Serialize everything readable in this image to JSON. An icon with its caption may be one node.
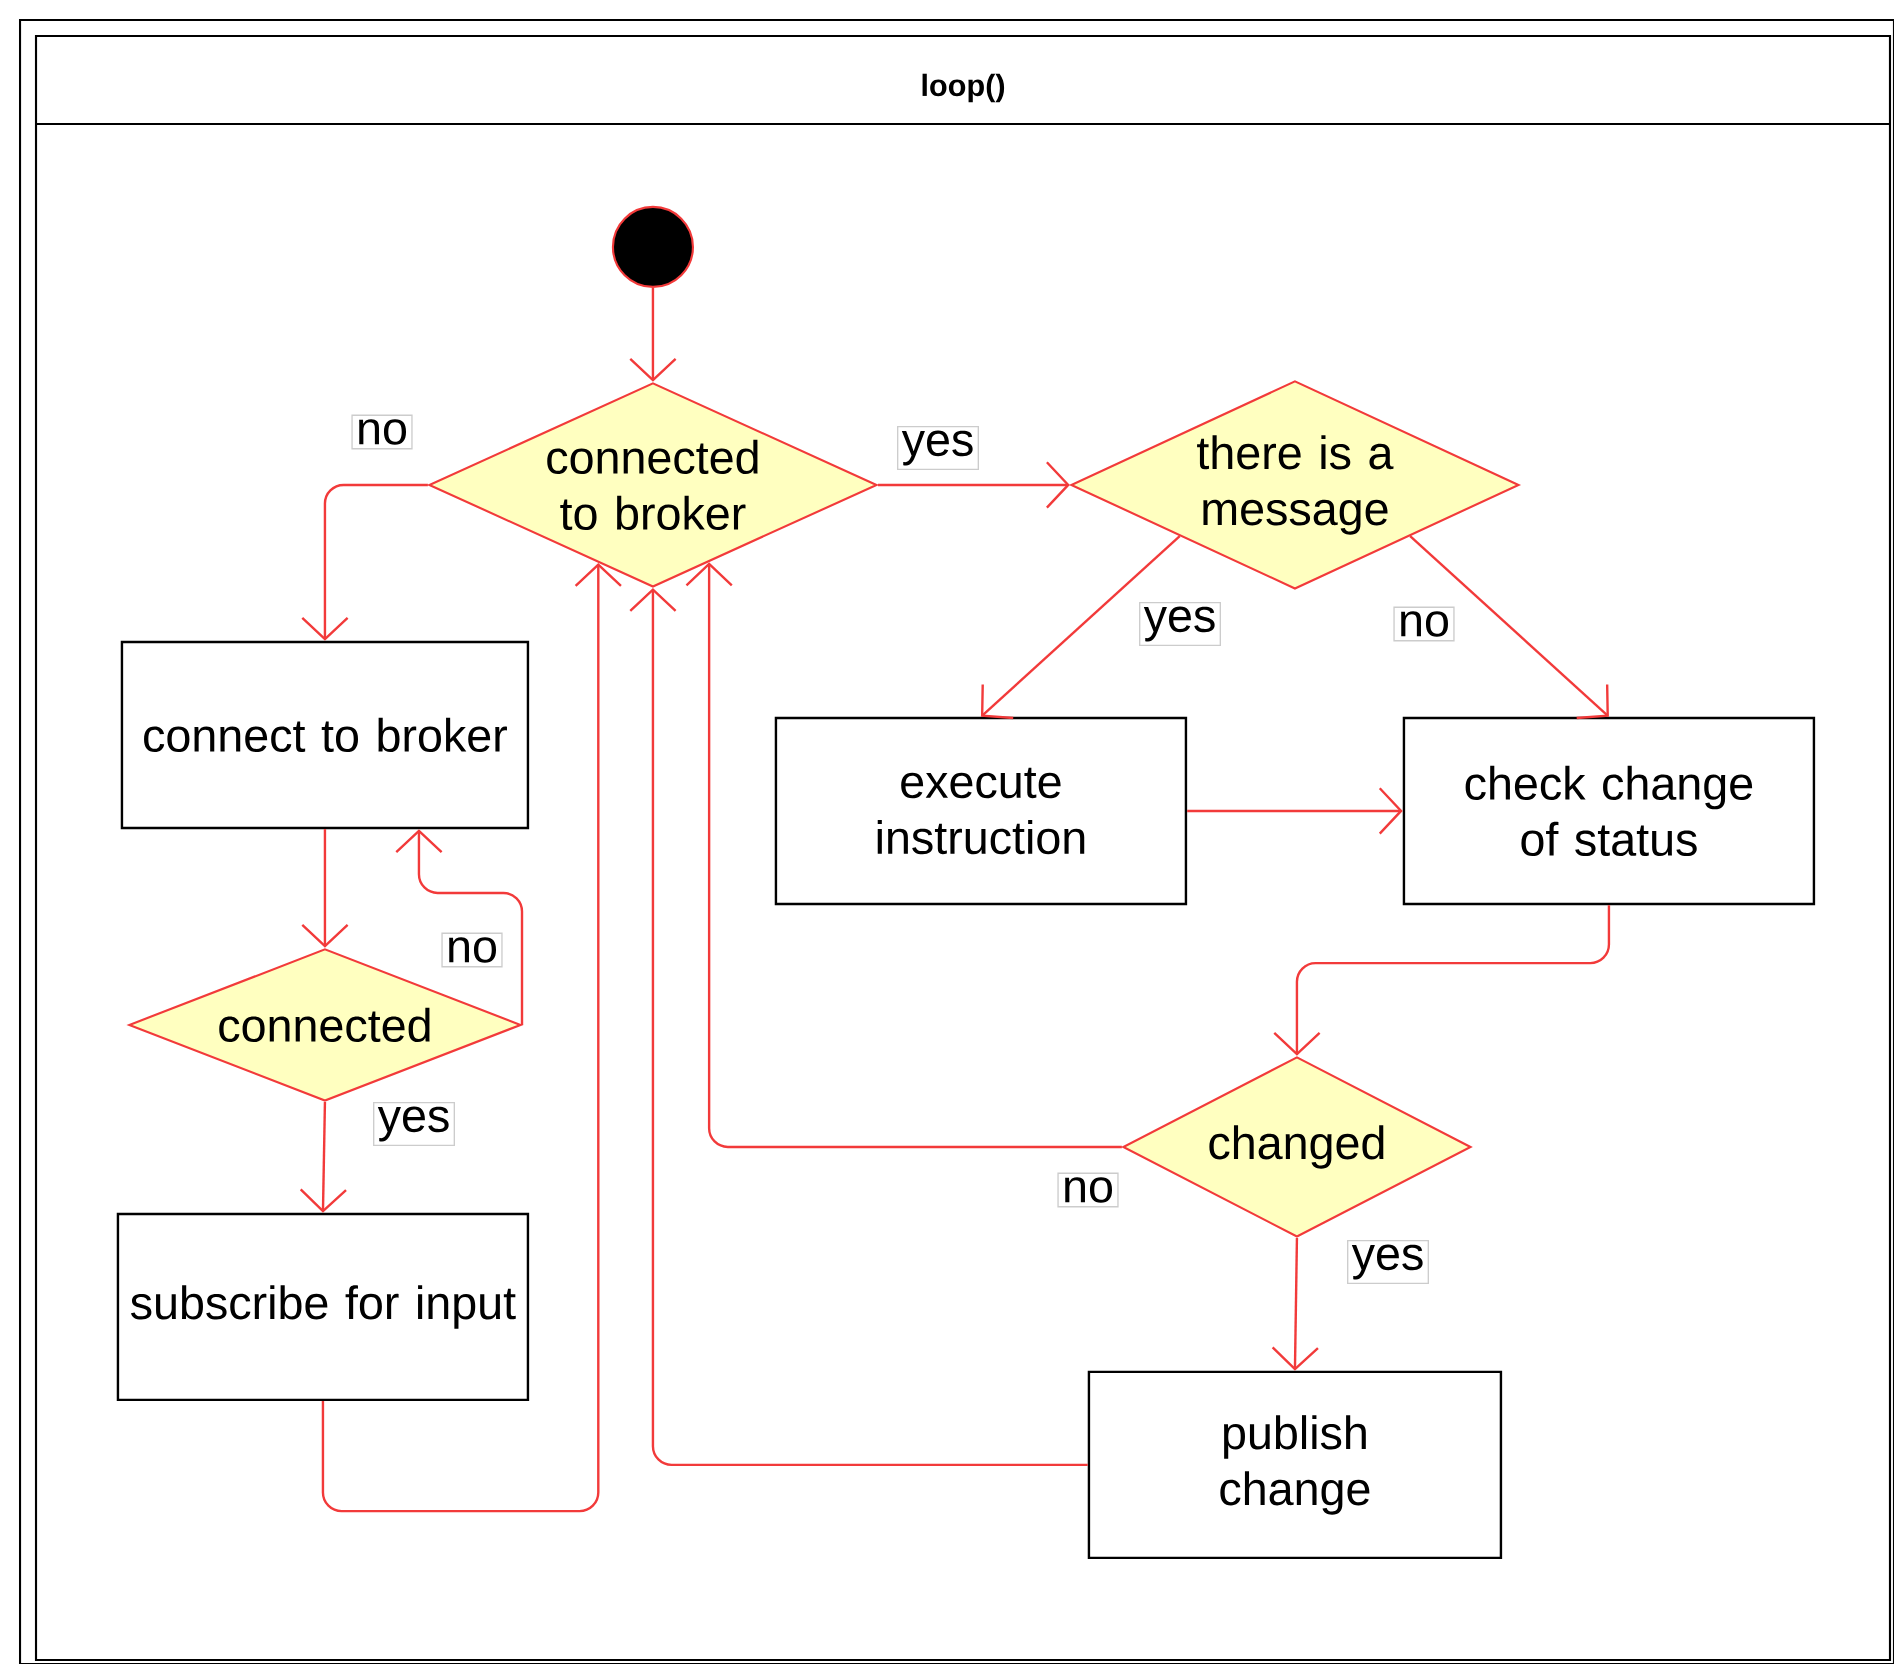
{
  "diagram": {
    "nodes": [
      {
        "text": [
          "loop()"
        ]
      },
      {
        "text": [],
        "shape": "circle",
        "in": 0
      },
      {
        "text": [
          "connected to broker"
        ],
        "in": 0
      },
      {
        "text": [
          "there is a message"
        ],
        "in": 0
      },
      {
        "text": [
          "connect to broker"
        ],
        "in": 0
      },
      {
        "text": [
          "execute instruction"
        ],
        "in": 0
      },
      {
        "text": [
          "check change of status"
        ],
        "in": 0
      },
      {
        "text": [
          "connected"
        ],
        "in": 0
      },
      {
        "text": [
          "subscribe for input"
        ],
        "in": 0
      },
      {
        "text": [
          "changed"
        ],
        "in": 0
      },
      {
        "text": [
          "publish change"
        ],
        "in": 0
      }
    ],
    "edges": [
      {
        "from": 1,
        "to": 2,
        "arrow": "to"
      },
      {
        "from": 2,
        "to": 4,
        "arrow": "to",
        "label": "no"
      },
      {
        "from": 2,
        "to": 3,
        "arrow": "to",
        "label": "yes"
      },
      {
        "from": 3,
        "to": 5,
        "arrow": "to",
        "label": "yes"
      },
      {
        "from": 3,
        "to": 6,
        "arrow": "to",
        "label": "no"
      },
      {
        "from": 5,
        "to": 6,
        "arrow": "to"
      },
      {
        "from": 4,
        "to": 7,
        "arrow": "to"
      },
      {
        "from": 7,
        "to": 4,
        "arrow": "to",
        "label": "no"
      },
      {
        "from": 7,
        "to": 8,
        "arrow": "to",
        "label": "yes"
      },
      {
        "from": 8,
        "to": 2,
        "arrow": "to"
      },
      {
        "from": 6,
        "to": 9,
        "arrow": "to"
      },
      {
        "from": 9,
        "to": 2,
        "arrow": "to",
        "label": "no"
      },
      {
        "from": 9,
        "to": 10,
        "arrow": "to",
        "label": "yes"
      },
      {
        "from": 10,
        "to": 2,
        "arrow": "to"
      }
    ]
  }
}
